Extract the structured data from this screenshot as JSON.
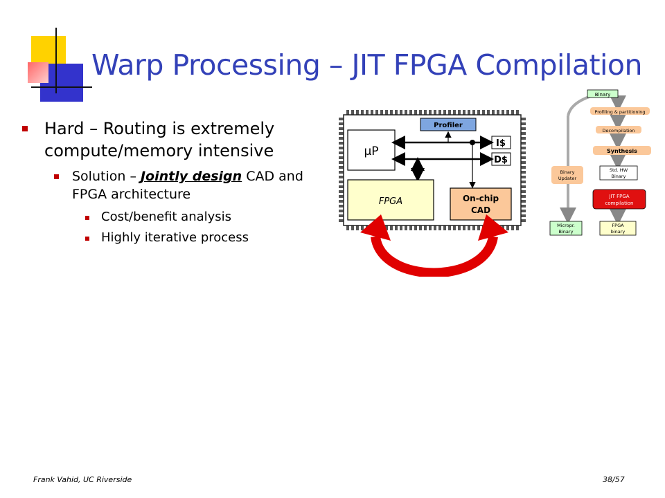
{
  "slide": {
    "title": "Warp Processing – JIT FPGA Compilation",
    "bullet_1": "Hard – Routing is extremely compute/memory intensive",
    "bullet_2_prefix": "Solution – ",
    "bullet_2_emphasis": "Jointly design",
    "bullet_2_suffix": " CAD and FPGA architecture",
    "bullet_3": "Cost/benefit analysis",
    "bullet_4": "Highly iterative process"
  },
  "chip": {
    "profiler": "Profiler",
    "up": "µP",
    "icache": "I$",
    "dcache": "D$",
    "fpga": "FPGA",
    "cad_line1": "On-chip",
    "cad_line2": "CAD"
  },
  "flow": {
    "binary": "Binary",
    "profiling": "Profiling & partitioning",
    "decompilation": "Decompilation",
    "synthesis": "Synthesis",
    "std_hw_line1": "Std. HW",
    "std_hw_line2": "Binary",
    "jit_line1": "JIT FPGA",
    "jit_line2": "compilation",
    "fpga_bin_line1": "FPGA",
    "fpga_bin_line2": "binary",
    "binary_updater_line1": "Binary",
    "binary_updater_line2": "Updater",
    "micropr_line1": "Micropr.",
    "micropr_line2": "Binary"
  },
  "footer": {
    "author": "Frank Vahid, UC Riverside",
    "page": "38/57"
  },
  "colors": {
    "title": "#3341b8",
    "bullet": "#c00000",
    "fpga_fill": "#ffffcc",
    "cad_fill": "#fbc89a",
    "profiler_fill": "#7ea6e0",
    "binary_fill": "#ccffcc",
    "jit_fill": "#e01010",
    "arrow_red": "#e00000"
  }
}
